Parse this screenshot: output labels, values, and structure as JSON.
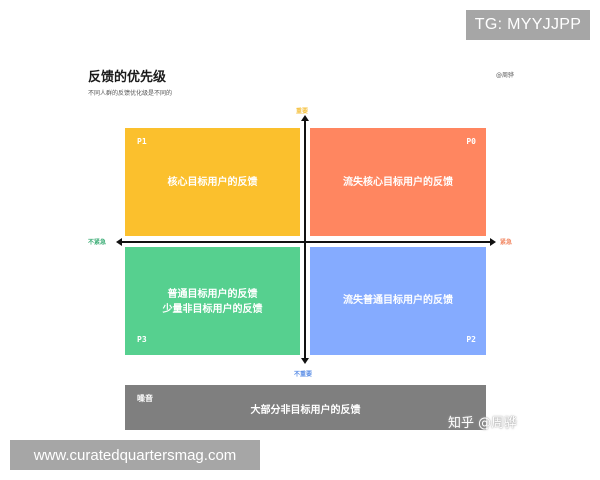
{
  "watermarks": {
    "tg": "TG: MYYJJPP",
    "site": "www.curatedquartersmag.com",
    "zhihu": "知乎 @周骅"
  },
  "header": {
    "title": "反馈的优先级",
    "subtitle": "不同人群的反馈优化级是不同的",
    "author": "@周骅"
  },
  "axes": {
    "top": "重要",
    "bottom": "不重要",
    "left": "不紧急",
    "right": "紧急"
  },
  "quadrants": {
    "p1": {
      "priority": "P1",
      "text": "核心目标用户的反馈",
      "color": "#fbc02d"
    },
    "p0": {
      "priority": "P0",
      "text": "流失核心目标用户的反馈",
      "color": "#ff8660"
    },
    "p3": {
      "priority": "P3",
      "line1": "普通目标用户的反馈",
      "line2": "少量非目标用户的反馈",
      "color": "#56d08f"
    },
    "p2": {
      "priority": "P2",
      "text": "流失普通目标用户的反馈",
      "color": "#85abff"
    }
  },
  "noise": {
    "label": "噪音",
    "text": "大部分非目标用户的反馈",
    "color": "#7f7f7f"
  }
}
